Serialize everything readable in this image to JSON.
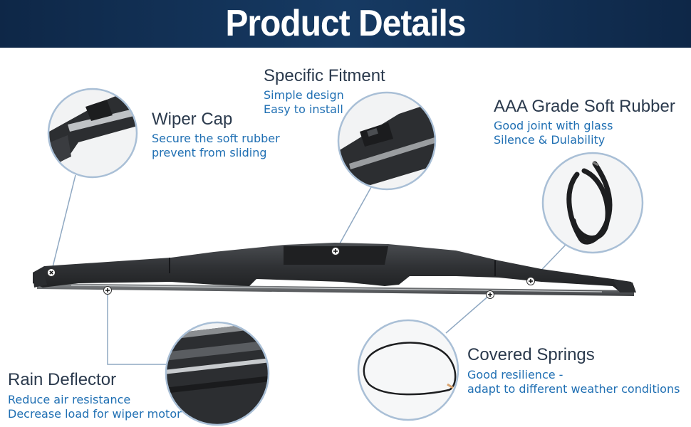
{
  "header": {
    "title": "Product Details"
  },
  "colors": {
    "banner": "#0e2747",
    "accent_text": "#1f6fb3",
    "heading_text": "#2b3a4d",
    "callout_ring": "#a9bfd6"
  },
  "features": {
    "wiper_cap": {
      "title": "Wiper Cap",
      "lines": [
        "Secure the soft rubber",
        "prevent from sliding"
      ]
    },
    "specific_fitment": {
      "title": "Specific Fitment",
      "lines": [
        "Simple design",
        "Easy to install"
      ]
    },
    "soft_rubber": {
      "title": "AAA Grade Soft Rubber",
      "lines": [
        "Good joint with glass",
        "Silence & Dulability"
      ]
    },
    "rain_deflector": {
      "title": "Rain Deflector",
      "lines": [
        "Reduce air resistance",
        "Decrease load for wiper motor"
      ]
    },
    "covered_springs": {
      "title": "Covered Springs",
      "lines": [
        "Good resilience -",
        "adapt to different weather conditions"
      ]
    }
  },
  "icons": {
    "marker": "plus-marker-icon",
    "product": "wiper-blade-icon"
  }
}
